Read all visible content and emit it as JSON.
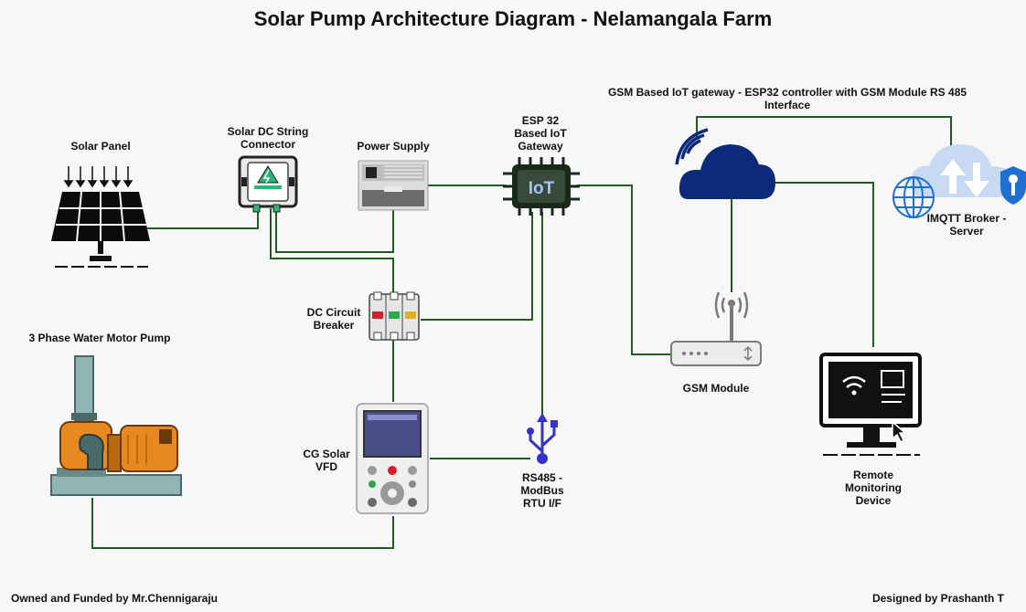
{
  "title": "Solar Pump Architecture Diagram - Nelamangala Farm",
  "labels": {
    "solar_panel": "Solar Panel",
    "string_connector": "Solar DC String Connector",
    "power_supply": "Power Supply",
    "esp32": "ESP 32 Based IoT Gateway",
    "gsm_gateway": "GSM Based IoT gateway - ESP32 controller with GSM Module RS 485 Interface",
    "mqtt": "IMQTT Broker - Server",
    "motor_pump": "3 Phase Water Motor Pump",
    "dc_breaker": "DC Circuit Breaker",
    "vfd": "CG Solar VFD",
    "rs485": "RS485 - ModBus RTU I/F",
    "gsm_module": "GSM Module",
    "remote": "Remote Monitoring Device"
  },
  "iot_chip_text": "IoT",
  "footer": {
    "left": "Owned and Funded by Mr.Chennigaraju",
    "right": "Designed by Prashanth T"
  },
  "colors": {
    "wire": "#1e5e1e",
    "cloud": "#0d2a7a",
    "usb": "#3333cc",
    "pump_orange": "#e8891f",
    "pump_pipe": "#8fb5b5",
    "globe": "#1f6fd1"
  }
}
